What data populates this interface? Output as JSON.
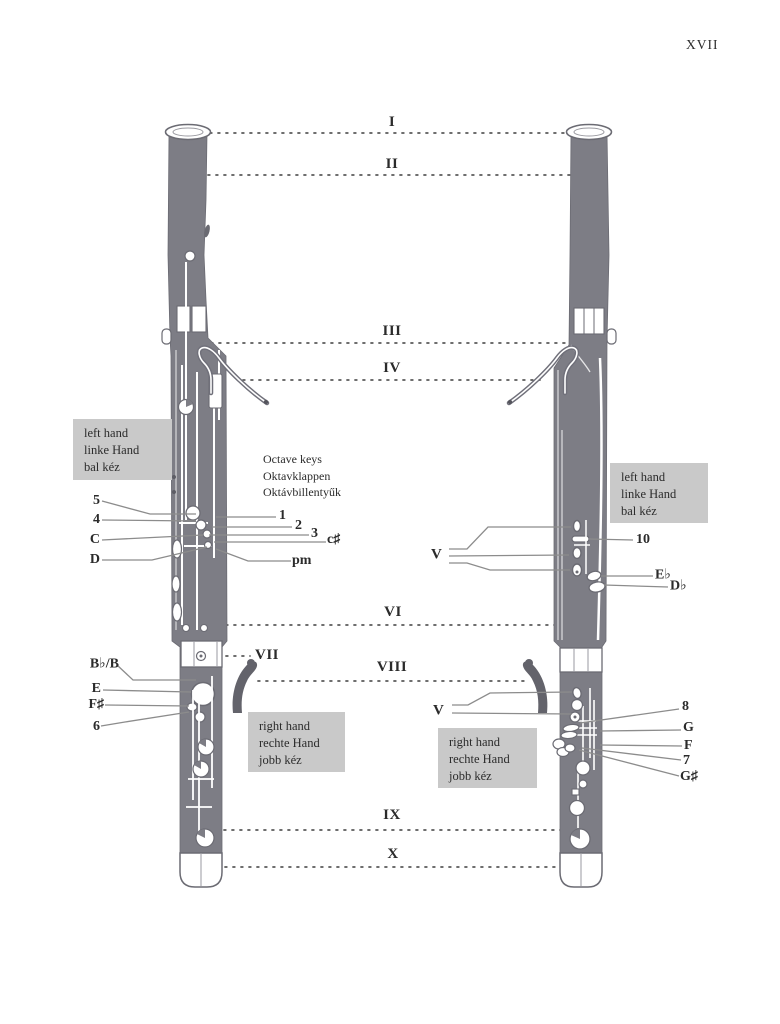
{
  "page": {
    "number": "XVII"
  },
  "colors": {
    "body_gray": "#7d7d85",
    "label_box_gray": "#c9c9c9",
    "text": "#2b2b2b"
  },
  "sections": [
    {
      "label": "I"
    },
    {
      "label": "II"
    },
    {
      "label": "III"
    },
    {
      "label": "IV"
    },
    {
      "label": "VI"
    },
    {
      "label": "VII"
    },
    {
      "label": "VIII"
    },
    {
      "label": "IX"
    },
    {
      "label": "X"
    }
  ],
  "hand_labels": {
    "left": {
      "line1": "left hand",
      "line2": "linke Hand",
      "line3": "bal kéz"
    },
    "right": {
      "line1": "right hand",
      "line2": "rechte Hand",
      "line3": "jobb kéz"
    }
  },
  "octave_note": {
    "line1": "Octave keys",
    "line2": "Oktavklappen",
    "line3": "Oktávbillentyűk"
  },
  "keys": {
    "front_left": {
      "k5": "5",
      "k4": "4",
      "kC": "C",
      "kD": "D"
    },
    "front_right": {
      "k1": "1",
      "k2": "2",
      "k3": "3",
      "kcsharp": "c♯",
      "kpm": "pm"
    },
    "front_lower": {
      "kBbB": "B♭/B",
      "kE": "E",
      "kFsharp": "F♯",
      "k6": "6"
    },
    "back_mid": {
      "kV": "V",
      "k10": "10",
      "kEflat": "E♭",
      "kDflat": "D♭"
    },
    "back_lower": {
      "kV": "V",
      "k8": "8",
      "kG": "G",
      "kF": "F",
      "k7": "7",
      "kGsharp": "G♯"
    }
  }
}
